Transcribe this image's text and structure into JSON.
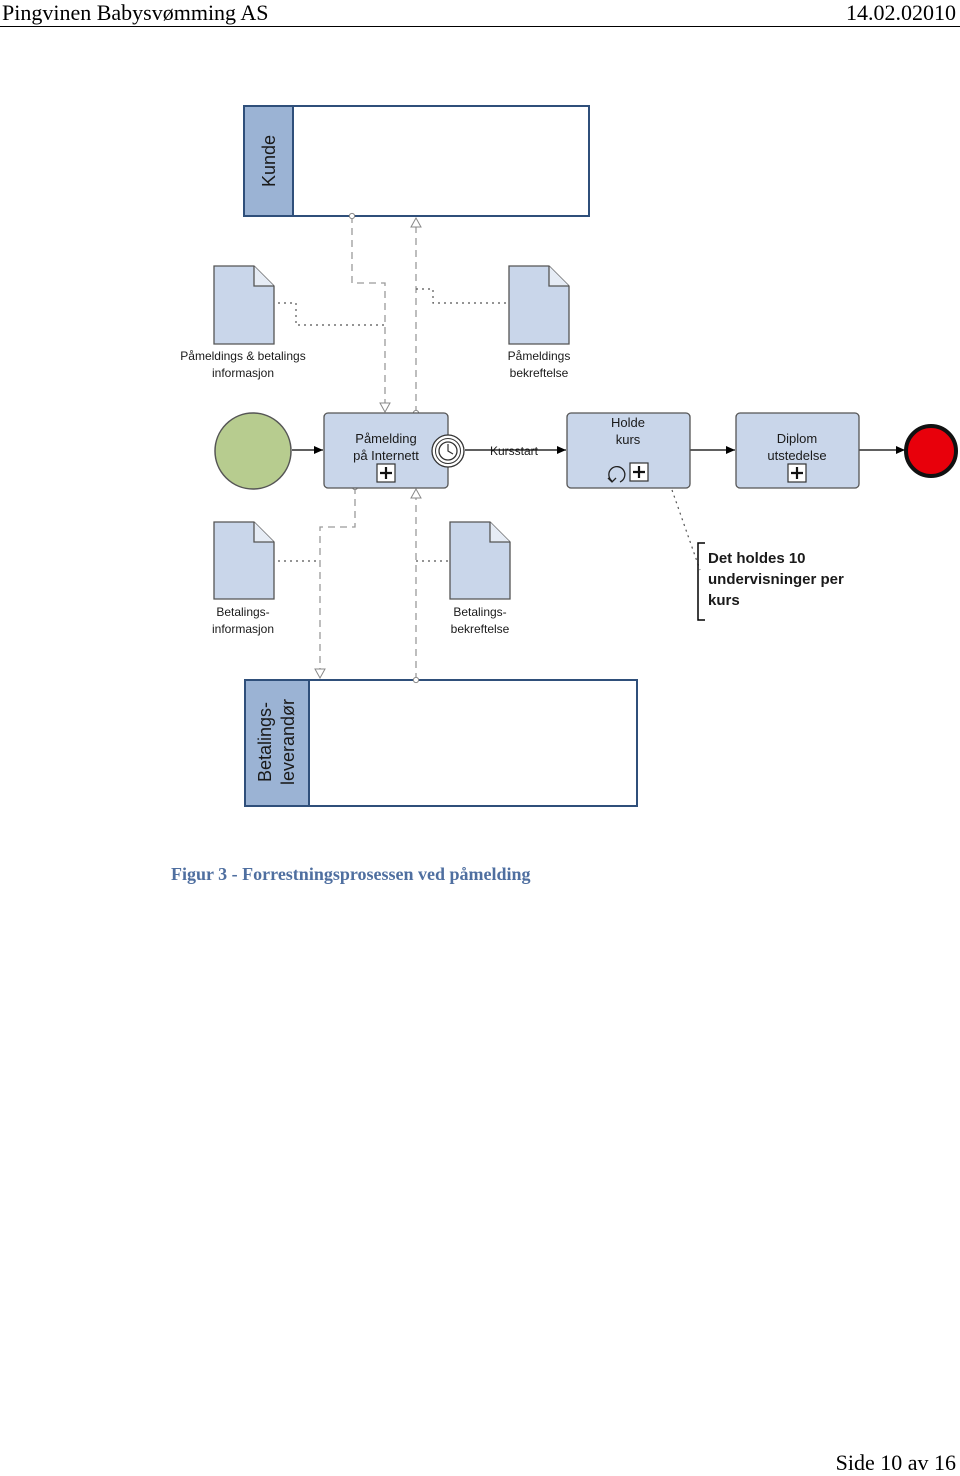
{
  "header": {
    "left": "Pingvinen Babysvømming AS",
    "right": "14.02.02010"
  },
  "pools": {
    "top": "Kunde",
    "bottom_line1": "Betalings-",
    "bottom_line2": "leverandør"
  },
  "data_objects": {
    "paamelding_info": {
      "line1": "Påmeldings & betalings",
      "line2": "informasjon"
    },
    "paamelding_bekreftelse": {
      "line1": "Påmeldings",
      "line2": "bekreftelse"
    },
    "betalings_info": {
      "line1": "Betalings-",
      "line2": "informasjon"
    },
    "betalings_bekreftelse": {
      "line1": "Betalings-",
      "line2": "bekreftelse"
    }
  },
  "tasks": {
    "paamelding": {
      "line1": "Påmelding",
      "line2": "på Internett"
    },
    "holde_kurs": {
      "line1": "Holde",
      "line2": "kurs"
    },
    "diplom": {
      "line1": "Diplom",
      "line2": "utstedelse"
    }
  },
  "events": {
    "timer_label": "Kursstart"
  },
  "annotation": {
    "line1": "Det holdes 10",
    "line2": "undervisninger per",
    "line3": "kurs"
  },
  "caption": "Figur 3 - Forrestningsprosessen ved påmelding",
  "footer": "Side 10 av 16",
  "colors": {
    "pool_header": "#9bb3d4",
    "task_fill": "#c9d6ea",
    "start_event": "#b7cc8f",
    "end_event": "#e8000b",
    "caption": "#4f6fa0"
  }
}
